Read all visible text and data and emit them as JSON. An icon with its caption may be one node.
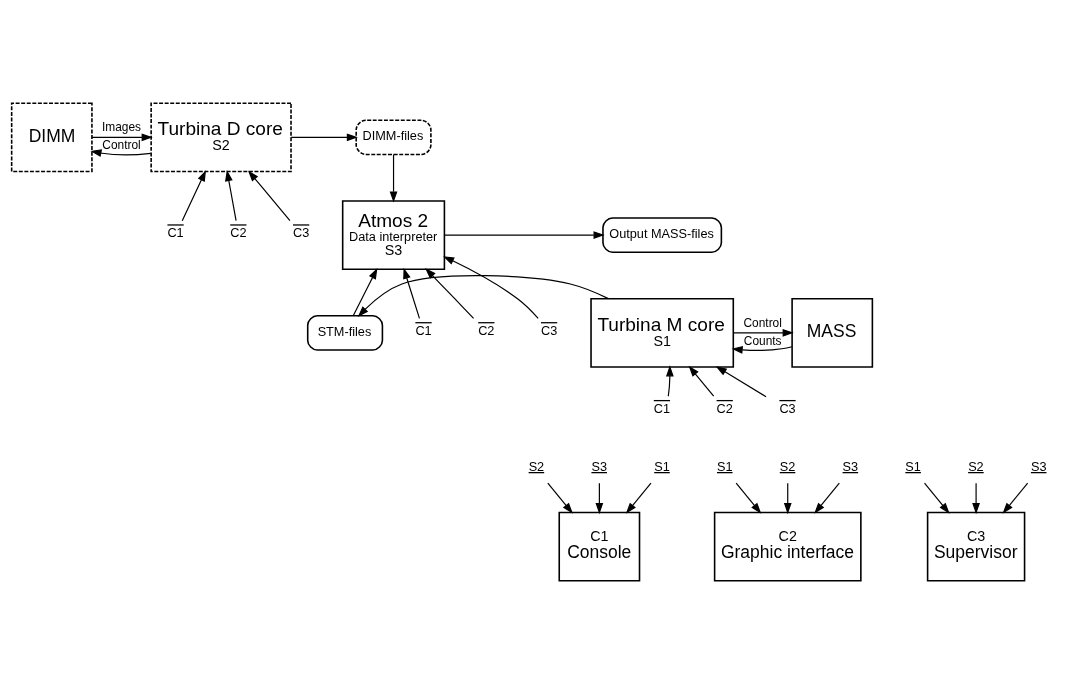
{
  "diagram": {
    "nodes": [
      {
        "text": [
          "DIMM"
        ]
      },
      {
        "text": [
          "Turbina D core",
          "S2"
        ]
      },
      {
        "text": [
          "DIMM-files"
        ]
      },
      {
        "text": [
          "Atmos 2",
          "Data interpreter",
          "S3"
        ]
      },
      {
        "text": [
          "Output MASS-files"
        ]
      },
      {
        "text": [
          "MASS"
        ]
      },
      {
        "text": [
          "Turbina M core",
          "S1"
        ]
      },
      {
        "text": [
          "STM-files"
        ]
      },
      {
        "text": [
          "C1",
          "Console"
        ]
      },
      {
        "text": [
          "C2",
          "Graphic interface"
        ]
      },
      {
        "text": [
          "C3",
          "Supervisor"
        ]
      },
      {
        "text": [
          "C1"
        ]
      },
      {
        "text": [
          "C2"
        ]
      },
      {
        "text": [
          "C3"
        ]
      },
      {
        "text": [
          "C1"
        ]
      },
      {
        "text": [
          "C2"
        ]
      },
      {
        "text": [
          "C3"
        ]
      },
      {
        "text": [
          "C1"
        ]
      },
      {
        "text": [
          "C2"
        ]
      },
      {
        "text": [
          "C3"
        ]
      },
      {
        "text": [
          "S1"
        ]
      },
      {
        "text": [
          "S2"
        ]
      },
      {
        "text": [
          "S3"
        ]
      },
      {
        "text": [
          "S1"
        ]
      },
      {
        "text": [
          "S2"
        ]
      },
      {
        "text": [
          "S3"
        ]
      },
      {
        "text": [
          "S1"
        ]
      },
      {
        "text": [
          "S2"
        ]
      },
      {
        "text": [
          "S3"
        ]
      }
    ],
    "edges": [
      {
        "from": 0,
        "to": 1,
        "arrow": "to",
        "label": "Images"
      },
      {
        "from": 1,
        "to": 0,
        "arrow": "to",
        "label": "Control"
      },
      {
        "from": 1,
        "to": 2,
        "arrow": "to"
      },
      {
        "from": 2,
        "to": 3,
        "arrow": "to"
      },
      {
        "from": 3,
        "to": 4,
        "arrow": "to"
      },
      {
        "from": 5,
        "to": 6,
        "arrow": "to",
        "label": "Counts"
      },
      {
        "from": 6,
        "to": 5,
        "arrow": "to",
        "label": "Control"
      },
      {
        "from": 6,
        "to": 7,
        "arrow": "to"
      },
      {
        "from": 7,
        "to": 3,
        "arrow": "to"
      },
      {
        "from": 11,
        "to": 1,
        "arrow": "to"
      },
      {
        "from": 12,
        "to": 1,
        "arrow": "to"
      },
      {
        "from": 13,
        "to": 1,
        "arrow": "to"
      },
      {
        "from": 14,
        "to": 3,
        "arrow": "to"
      },
      {
        "from": 15,
        "to": 3,
        "arrow": "to"
      },
      {
        "from": 16,
        "to": 3,
        "arrow": "to"
      },
      {
        "from": 17,
        "to": 6,
        "arrow": "to"
      },
      {
        "from": 18,
        "to": 6,
        "arrow": "to"
      },
      {
        "from": 19,
        "to": 6,
        "arrow": "to"
      },
      {
        "from": 20,
        "to": 8,
        "arrow": "to"
      },
      {
        "from": 21,
        "to": 8,
        "arrow": "to"
      },
      {
        "from": 22,
        "to": 8,
        "arrow": "to"
      },
      {
        "from": 23,
        "to": 9,
        "arrow": "to"
      },
      {
        "from": 24,
        "to": 9,
        "arrow": "to"
      },
      {
        "from": 25,
        "to": 9,
        "arrow": "to"
      },
      {
        "from": 26,
        "to": 10,
        "arrow": "to"
      },
      {
        "from": 27,
        "to": 10,
        "arrow": "to"
      },
      {
        "from": 28,
        "to": 10,
        "arrow": "to"
      }
    ]
  }
}
